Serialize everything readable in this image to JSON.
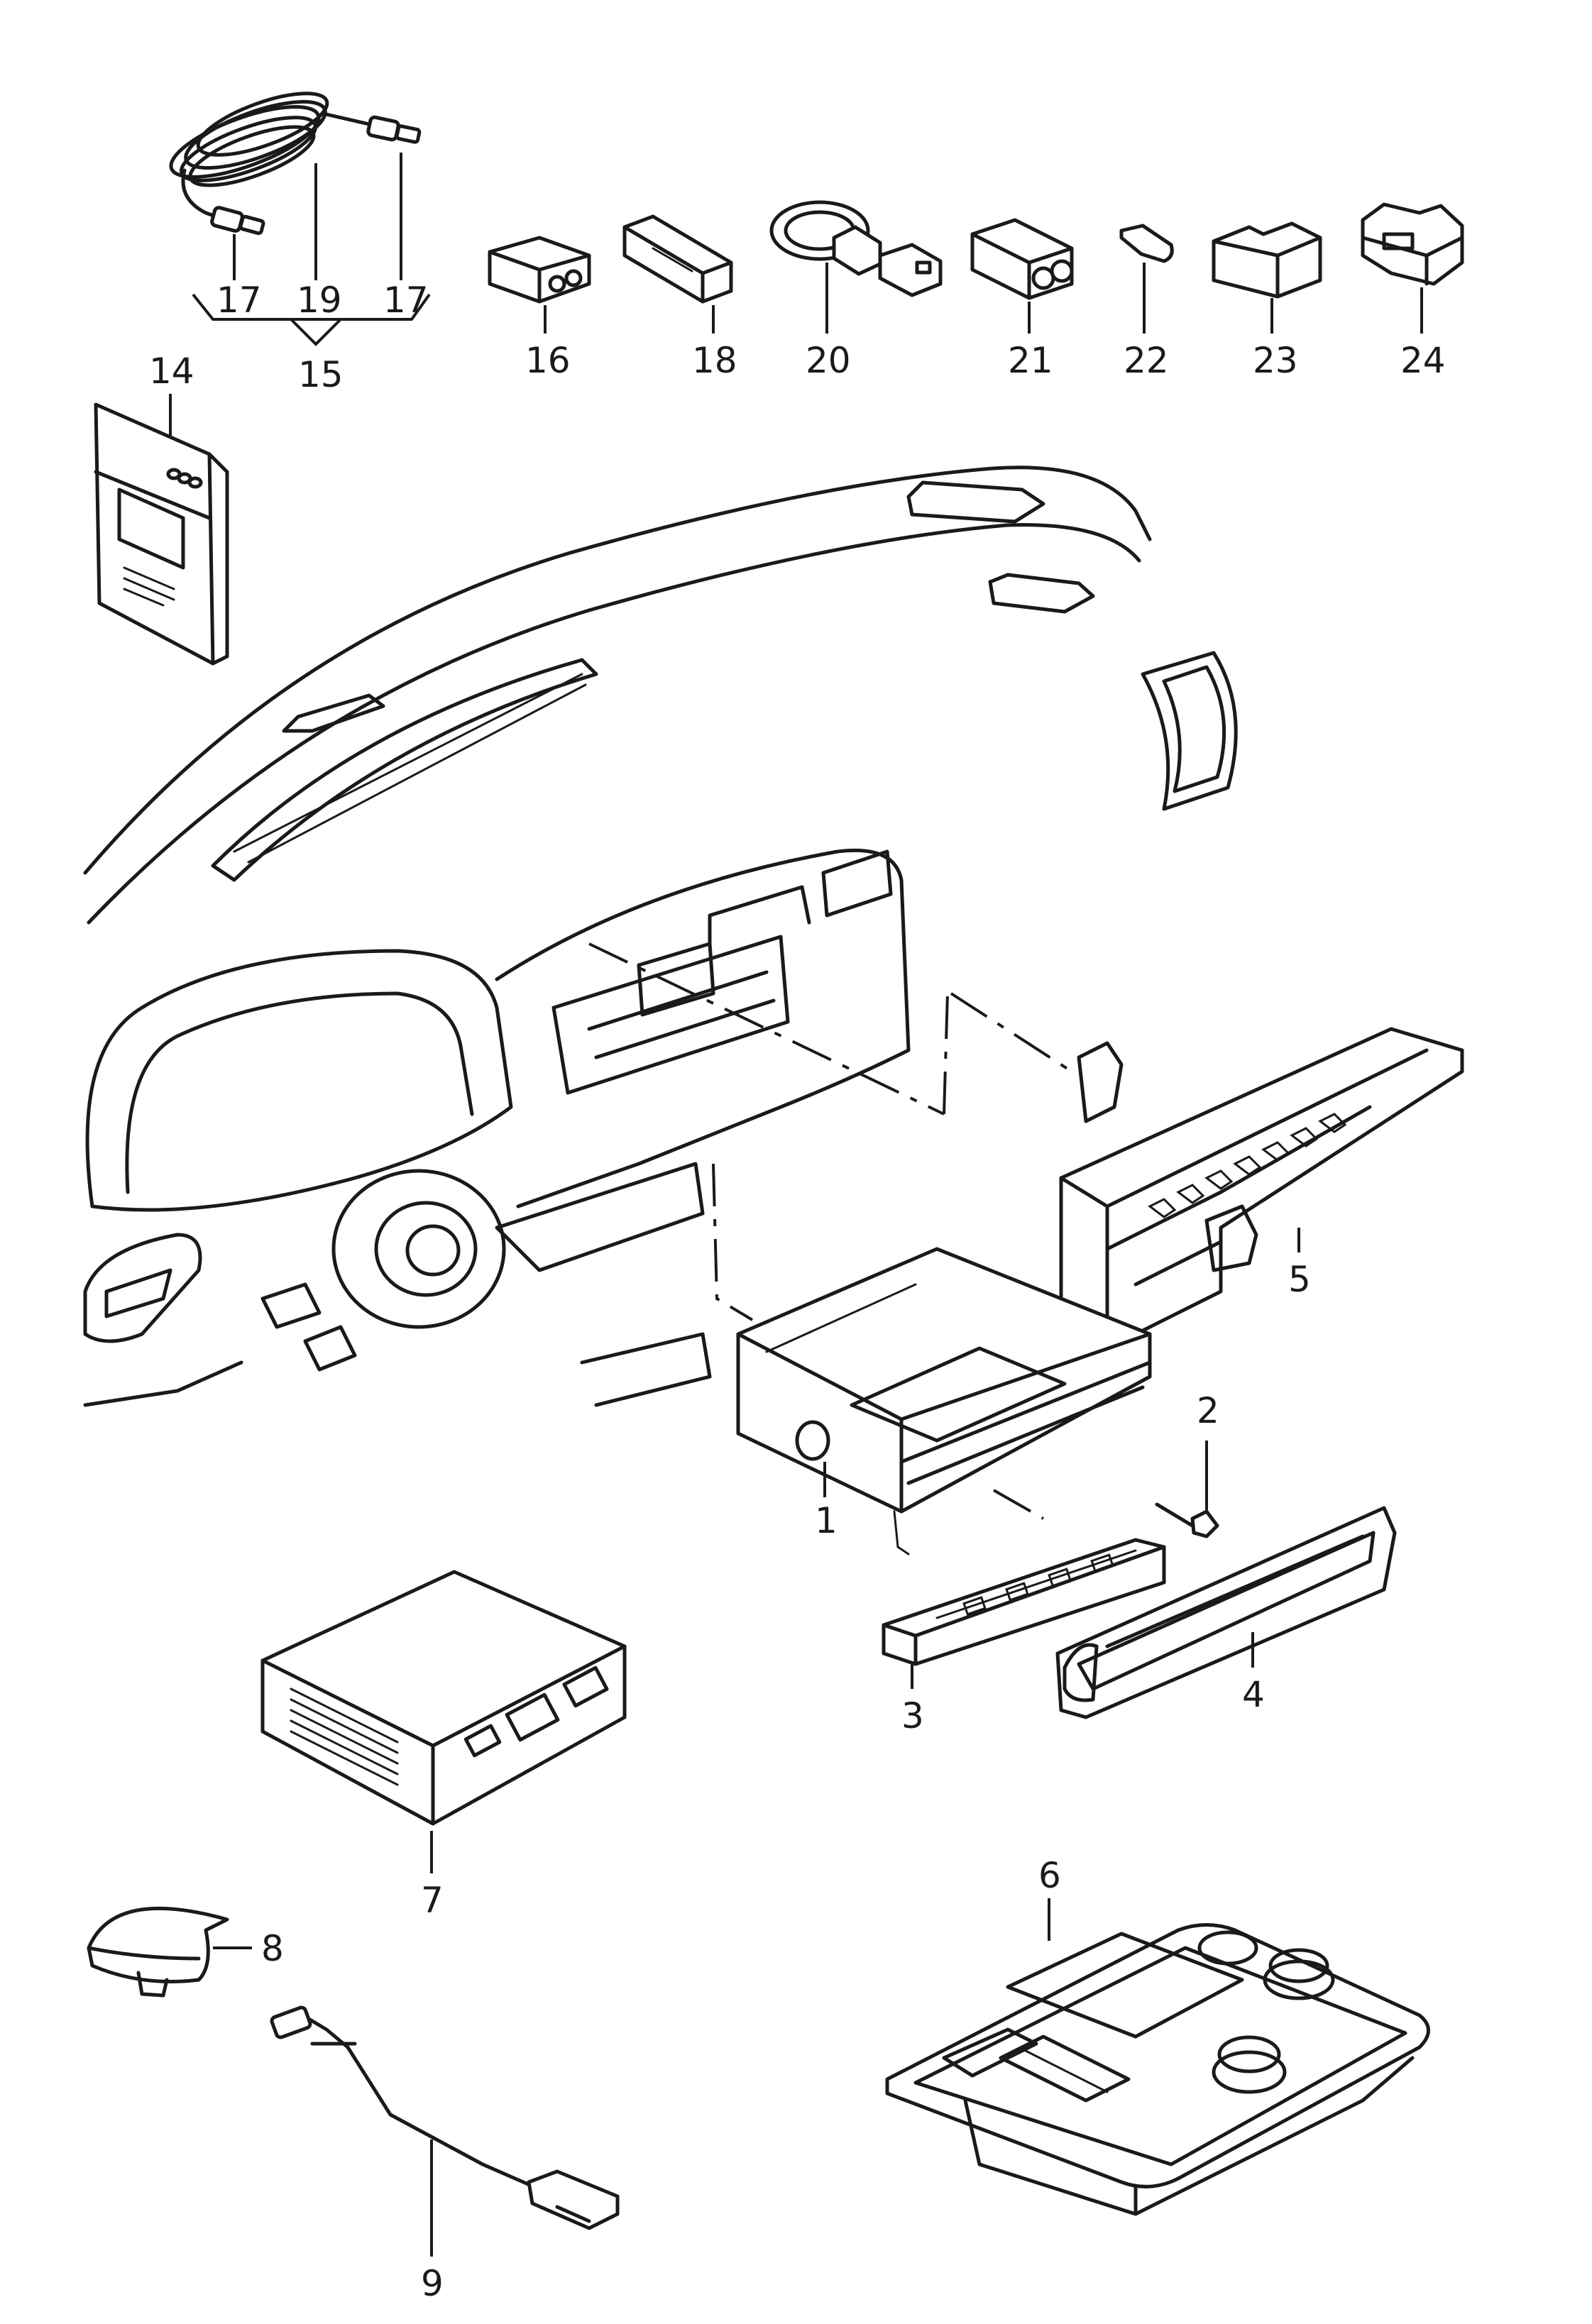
{
  "callouts": {
    "c1": "1",
    "c2": "2",
    "c3": "3",
    "c4": "4",
    "c5": "5",
    "c6": "6",
    "c7": "7",
    "c8": "8",
    "c9": "9",
    "c14": "14",
    "c15": "15",
    "c16": "16",
    "c17a": "17",
    "c17b": "17",
    "c18": "18",
    "c19": "19",
    "c20": "20",
    "c21": "21",
    "c22": "22",
    "c23": "23",
    "c24": "24"
  },
  "colors": {
    "line": "#1a1a1a",
    "background": "#ffffff"
  }
}
